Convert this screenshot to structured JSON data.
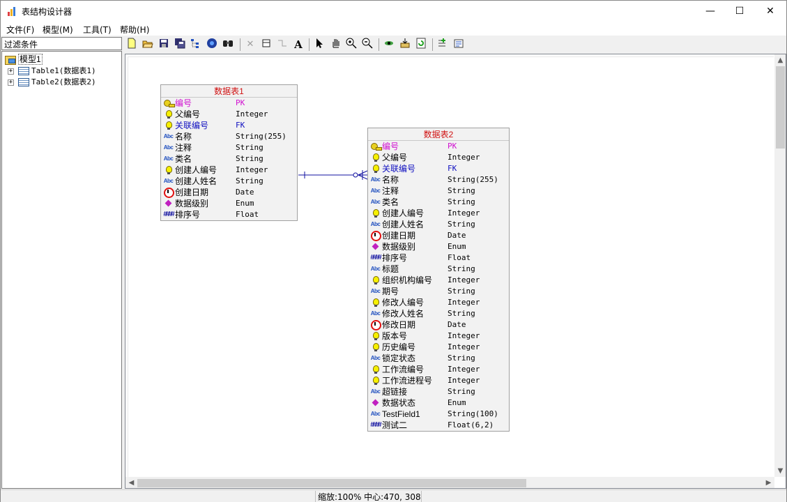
{
  "window": {
    "title": "表结构设计器",
    "minimize_glyph": "—",
    "maximize_glyph": "☐",
    "close_glyph": "✕"
  },
  "menu": {
    "file": "文件(F)",
    "model": "模型(M)",
    "tools": "工具(T)",
    "help": "帮助(H)"
  },
  "sidebar": {
    "filter_label": "过滤条件",
    "root": "模型1",
    "tables": [
      {
        "label": "Table1(数据表1)"
      },
      {
        "label": "Table2(数据表2)"
      }
    ]
  },
  "toolbar": {
    "buttons": [
      "new-icon",
      "open-icon",
      "save-icon",
      "save-all-icon",
      "tree-icon",
      "db-icon",
      "find-icon",
      "delete-icon",
      "table-icon",
      "relation-icon",
      "text-icon",
      "pointer-icon",
      "hand-icon",
      "zoom-in-icon",
      "zoom-out-icon",
      "view-icon",
      "import-icon",
      "refresh-icon",
      "add-field-icon",
      "properties-icon"
    ]
  },
  "entities": {
    "table1": {
      "title": "数据表1",
      "fields": [
        {
          "icon": "key",
          "name": "编号",
          "type": "PK",
          "kind": "pk"
        },
        {
          "icon": "bulb",
          "name": "父编号",
          "type": "Integer",
          "kind": ""
        },
        {
          "icon": "bulb",
          "name": "关联编号",
          "type": "FK",
          "kind": "fk"
        },
        {
          "icon": "abc",
          "name": "名称",
          "type": "String(255)",
          "kind": ""
        },
        {
          "icon": "abc",
          "name": "注释",
          "type": "String",
          "kind": ""
        },
        {
          "icon": "abc",
          "name": "类名",
          "type": "String",
          "kind": ""
        },
        {
          "icon": "bulb",
          "name": "创建人编号",
          "type": "Integer",
          "kind": ""
        },
        {
          "icon": "abc",
          "name": "创建人姓名",
          "type": "String",
          "kind": ""
        },
        {
          "icon": "clock",
          "name": "创建日期",
          "type": "Date",
          "kind": ""
        },
        {
          "icon": "enum",
          "name": "数据级别",
          "type": "Enum",
          "kind": ""
        },
        {
          "icon": "float",
          "name": "排序号",
          "type": "Float",
          "kind": ""
        }
      ]
    },
    "table2": {
      "title": "数据表2",
      "fields": [
        {
          "icon": "key",
          "name": "编号",
          "type": "PK",
          "kind": "pk"
        },
        {
          "icon": "bulb",
          "name": "父编号",
          "type": "Integer",
          "kind": ""
        },
        {
          "icon": "bulb",
          "name": "关联编号",
          "type": "FK",
          "kind": "fk"
        },
        {
          "icon": "abc",
          "name": "名称",
          "type": "String(255)",
          "kind": ""
        },
        {
          "icon": "abc",
          "name": "注释",
          "type": "String",
          "kind": ""
        },
        {
          "icon": "abc",
          "name": "类名",
          "type": "String",
          "kind": ""
        },
        {
          "icon": "bulb",
          "name": "创建人编号",
          "type": "Integer",
          "kind": ""
        },
        {
          "icon": "abc",
          "name": "创建人姓名",
          "type": "String",
          "kind": ""
        },
        {
          "icon": "clock",
          "name": "创建日期",
          "type": "Date",
          "kind": ""
        },
        {
          "icon": "enum",
          "name": "数据级别",
          "type": "Enum",
          "kind": ""
        },
        {
          "icon": "float",
          "name": "排序号",
          "type": "Float",
          "kind": ""
        },
        {
          "icon": "abc",
          "name": "标题",
          "type": "String",
          "kind": ""
        },
        {
          "icon": "bulb",
          "name": "组织机构编号",
          "type": "Integer",
          "kind": ""
        },
        {
          "icon": "abc",
          "name": "期号",
          "type": "String",
          "kind": ""
        },
        {
          "icon": "bulb",
          "name": "修改人编号",
          "type": "Integer",
          "kind": ""
        },
        {
          "icon": "abc",
          "name": "修改人姓名",
          "type": "String",
          "kind": ""
        },
        {
          "icon": "clock",
          "name": "修改日期",
          "type": "Date",
          "kind": ""
        },
        {
          "icon": "bulb",
          "name": "版本号",
          "type": "Integer",
          "kind": ""
        },
        {
          "icon": "bulb",
          "name": "历史编号",
          "type": "Integer",
          "kind": ""
        },
        {
          "icon": "abc",
          "name": "锁定状态",
          "type": "String",
          "kind": ""
        },
        {
          "icon": "bulb",
          "name": "工作流编号",
          "type": "Integer",
          "kind": ""
        },
        {
          "icon": "bulb",
          "name": "工作流进程号",
          "type": "Integer",
          "kind": ""
        },
        {
          "icon": "abc",
          "name": "超链接",
          "type": "String",
          "kind": ""
        },
        {
          "icon": "enum",
          "name": "数据状态",
          "type": "Enum",
          "kind": ""
        },
        {
          "icon": "abc",
          "name": "TestField1",
          "type": "String(100)",
          "kind": ""
        },
        {
          "icon": "float",
          "name": "测试二",
          "type": "Float(6,2)",
          "kind": ""
        }
      ]
    }
  },
  "status": {
    "text": "缩放:100% 中心:470, 308"
  }
}
